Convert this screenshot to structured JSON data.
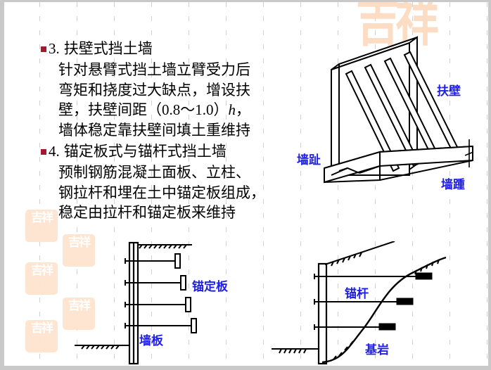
{
  "slide": {
    "bullet_color": "#9e1b32",
    "label_color": "#1f1fe8",
    "watermark_text": "吉祥",
    "seal_glyphs": "吉祥"
  },
  "sections": [
    {
      "number": "3.",
      "heading": "扶壁式挡土墙",
      "lines": [
        "针对悬臂式挡土墙立臂受力后",
        "弯矩和挠度过大缺点，增设扶",
        "壁，扶壁间距（0.8～1.0）h，",
        "墙体稳定靠扶壁间填土重维持"
      ],
      "line3_pre": "壁，扶壁间距（0.8～1.0）",
      "line3_italic": "h",
      "line3_post": "，"
    },
    {
      "number": "4.",
      "heading": "锚定板式与锚杆式挡土墙",
      "lines": [
        "预制钢筋混凝土面板、立柱、",
        "钢拉杆和埋在土中锚定板组成，",
        "稳定由拉杆和锚定板来维持"
      ]
    }
  ],
  "figures": {
    "counterfort": {
      "name": "扶壁式挡土墙立体图",
      "labels": {
        "counterfort": "扶壁",
        "toe": "墙趾",
        "heel": "墙踵"
      }
    },
    "anchored_slab": {
      "name": "锚定板式挡土墙",
      "labels": {
        "anchor_plate": "锚定板",
        "wall_panel": "墙板"
      },
      "rod_count": 4
    },
    "anchor_rod": {
      "name": "锚杆式挡土墙",
      "labels": {
        "anchor_rod": "锚杆",
        "bedrock": "基岩"
      },
      "rod_count": 3
    }
  },
  "grid": {
    "vertical_line_x": [
      50,
      103,
      156,
      209,
      262,
      315,
      368,
      421,
      474,
      527,
      580,
      633,
      686
    ]
  }
}
